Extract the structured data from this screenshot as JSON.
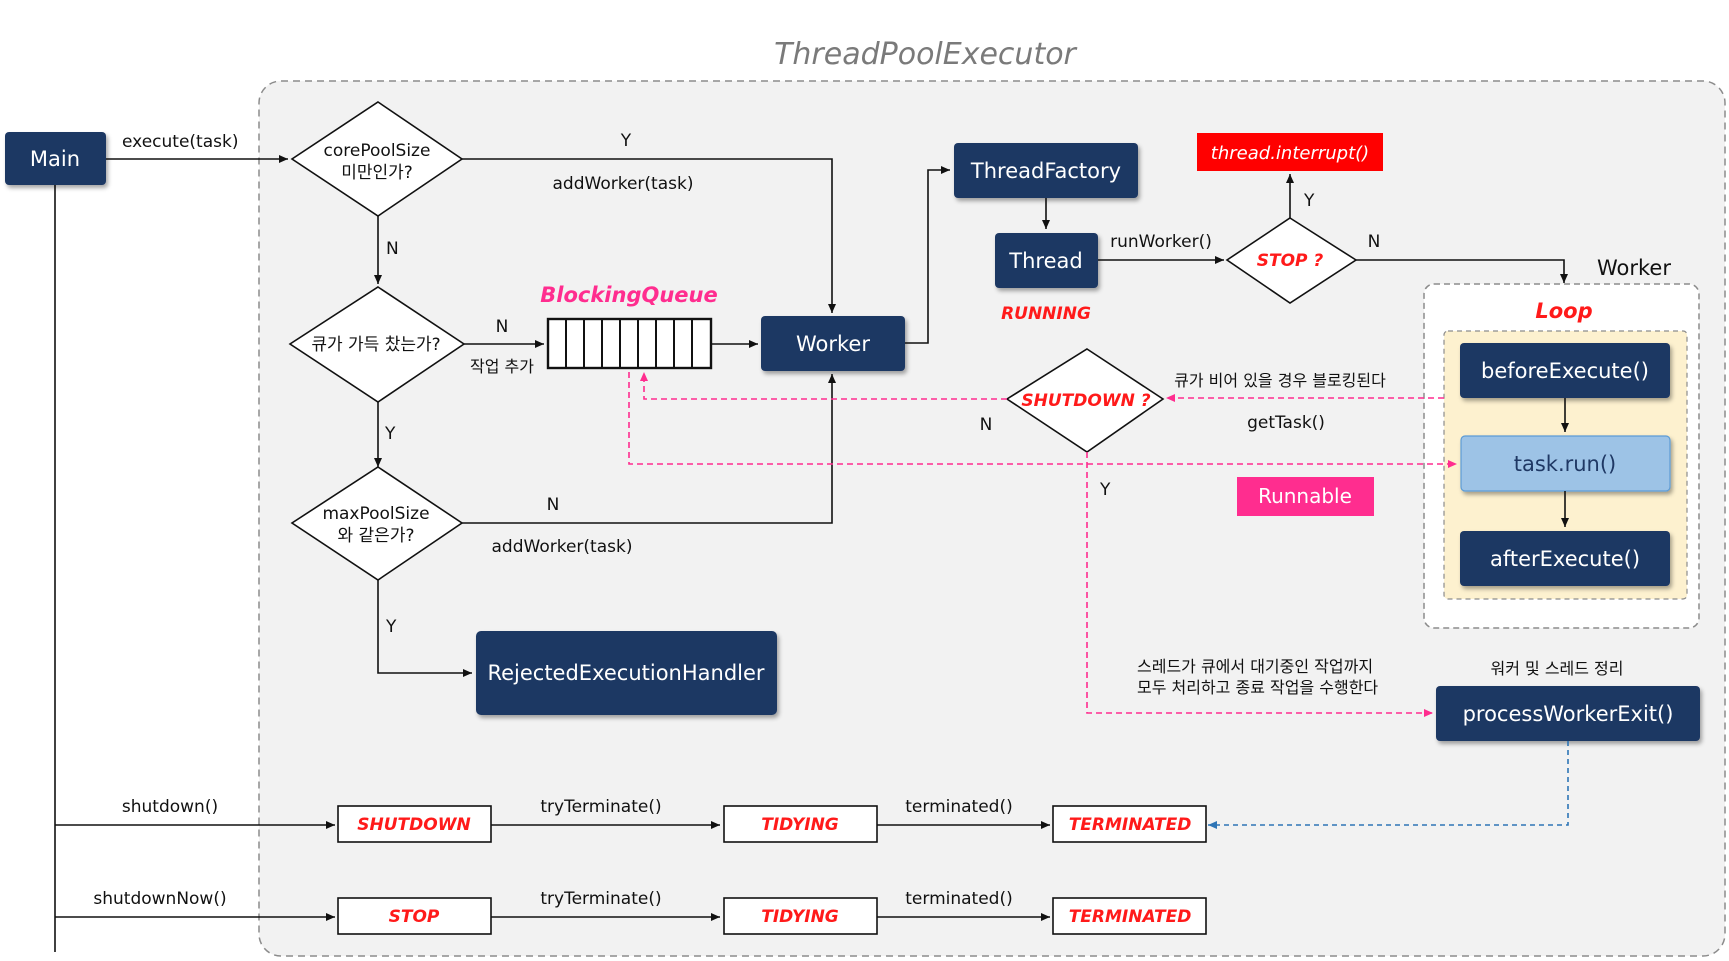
{
  "title": "ThreadPoolExecutor",
  "nodes": {
    "main": "Main",
    "thread_factory": "ThreadFactory",
    "thread": "Thread",
    "worker": "Worker",
    "rejected_handler": "RejectedExecutionHandler",
    "before_execute": "beforeExecute()",
    "task_run": "task.run()",
    "after_execute": "afterExecute()",
    "process_worker_exit": "processWorkerExit()",
    "thread_interrupt": "thread.interrupt()",
    "runnable": "Runnable"
  },
  "decisions": {
    "core_pool_line1": "corePoolSize",
    "core_pool_line2": "미만인가?",
    "queue_full": "큐가 가득 찼는가?",
    "max_pool_line1": "maxPoolSize",
    "max_pool_line2": "와 같은가?",
    "stop": "STOP ?",
    "shutdown": "SHUTDOWN ?"
  },
  "labels": {
    "execute_task": "execute(task)",
    "y_core": "Y",
    "add_worker_1": "addWorker(task)",
    "n_core": "N",
    "n_queue": "N",
    "queue_add": "작업 추가",
    "blocking_queue": "BlockingQueue",
    "y_queue": "Y",
    "n_max": "N",
    "add_worker_2": "addWorker(task)",
    "y_max": "Y",
    "run_worker": "runWorker()",
    "running": "RUNNING",
    "y_stop": "Y",
    "n_stop": "N",
    "worker_group": "Worker",
    "loop": "Loop",
    "queue_block_note": "큐가 비어 있을 경우 블로킹된다",
    "get_task": "getTask()",
    "n_shutdown": "N",
    "y_shutdown": "Y",
    "drain_note_1": "스레드가 큐에서 대기중인 작업까지",
    "drain_note_2": "모두 처리하고 종료 작업을 수행한다",
    "cleanup_note": "워커 및 스레드 정리",
    "shutdown_call": "shutdown()",
    "shutdown_now_call": "shutdownNow()"
  },
  "states": {
    "row1": {
      "first": "SHUTDOWN",
      "mid": "TIDYING",
      "last": "TERMINATED",
      "t1": "tryTerminate()",
      "t2": "terminated()"
    },
    "row2": {
      "first": "STOP",
      "mid": "TIDYING",
      "last": "TERMINATED",
      "t1": "tryTerminate()",
      "t2": "terminated()"
    }
  },
  "colors": {
    "navy": "#1f3864",
    "light_blue": "#9dc3e6",
    "red": "#ff1a1a",
    "pink": "#ff2d8f",
    "loop_bg": "#fdf1cf",
    "container_bg": "#f2f2f2"
  }
}
